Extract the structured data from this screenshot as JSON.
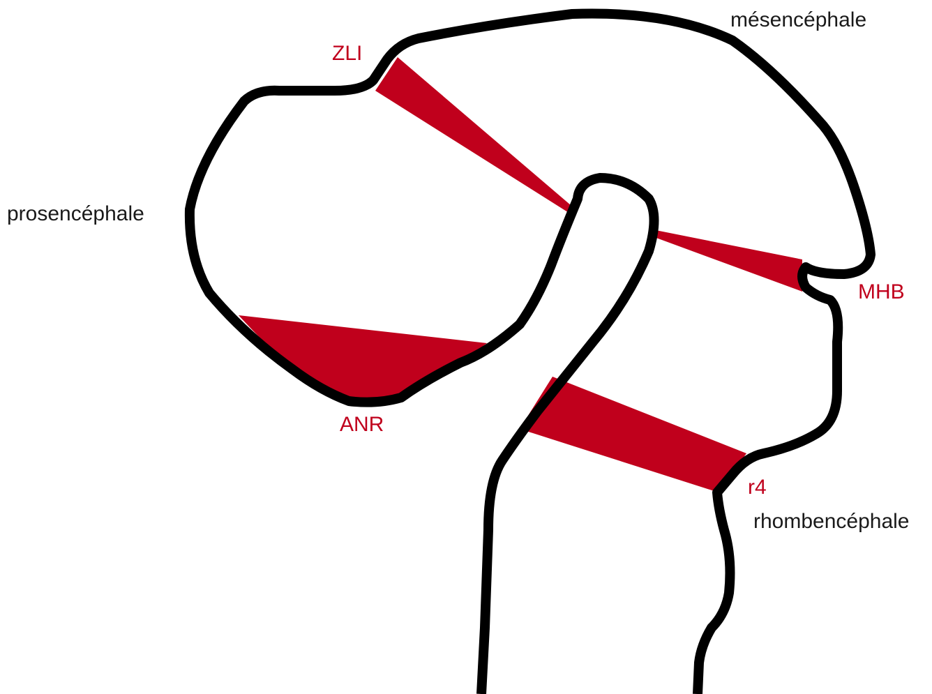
{
  "colors": {
    "outline": "#000000",
    "organizer": "#c0001c",
    "region_text": "#1a1a1a",
    "background": "#ffffff"
  },
  "regions": {
    "prosencephalon": "prosencéphale",
    "mesencephalon": "mésencéphale",
    "rhombencephalon": "rhombencéphale"
  },
  "organizers": {
    "zli": "ZLI",
    "anr": "ANR",
    "mhb": "MHB",
    "r4": "r4"
  }
}
